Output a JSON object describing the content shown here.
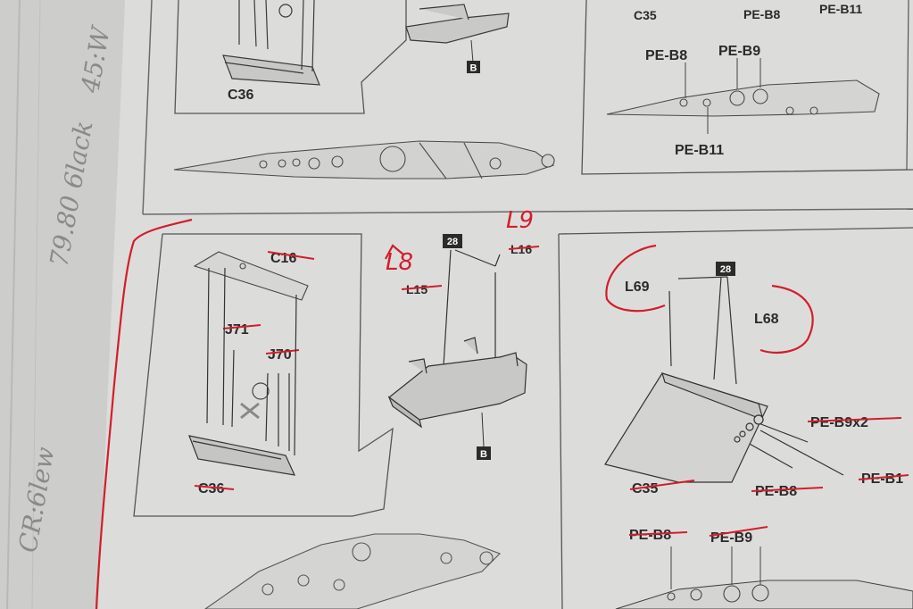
{
  "upper": {
    "left_label": "C36",
    "box_b": "B",
    "right_labels": {
      "c35": "C35",
      "pe_b8_top": "PE-B8",
      "pe_b11_top": "PE-B11",
      "pe_b8": "PE-B8",
      "pe_b9": "PE-B9",
      "pe_b11": "PE-B11"
    }
  },
  "lower_left": {
    "c16": "C16",
    "j71": "J71",
    "j70": "J70",
    "c36": "C36"
  },
  "lower_middle": {
    "step_box": "28",
    "l16": "L16",
    "l15": "L15",
    "box_b": "B",
    "red_l8": "L8",
    "red_l9": "L9"
  },
  "lower_right": {
    "step_box": "28",
    "l69": "L69",
    "l68": "L68",
    "pe_b9x2": "PE-B9x2",
    "pe_b1": "PE-B1",
    "c35": "C35",
    "pe_b8": "PE-B8",
    "pe_b8_b": "PE-B8",
    "pe_b9": "PE-B9"
  },
  "margin_notes": {
    "n1": "CR:6lew",
    "n2": "79.80 6lack",
    "n3": "45:W"
  }
}
